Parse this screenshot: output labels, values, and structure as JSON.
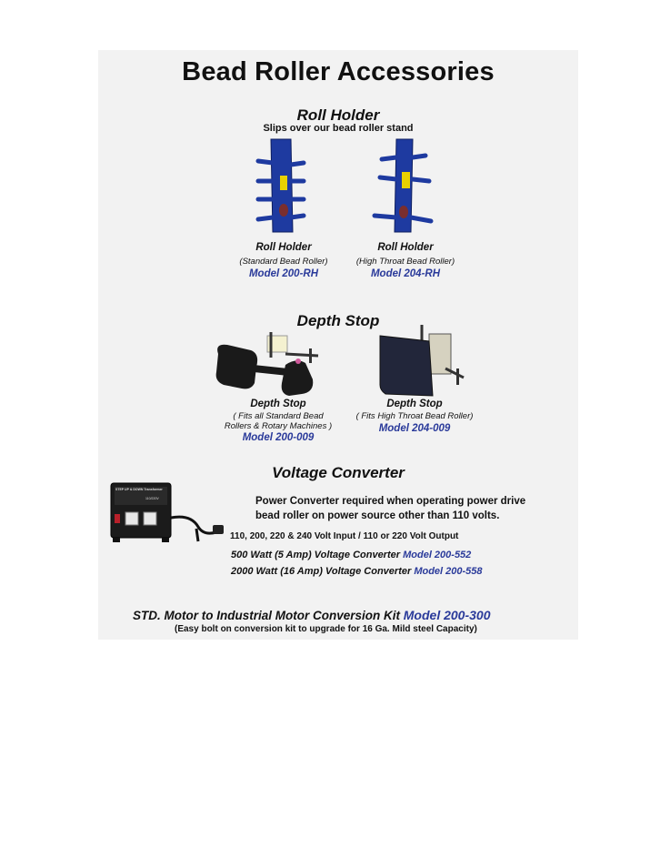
{
  "title": "Bead Roller Accessories",
  "roll_holder": {
    "heading": "Roll Holder",
    "subheading": "Slips over our bead roller stand",
    "items": [
      {
        "name": "Roll Holder",
        "desc": "(Standard Bead Roller)",
        "model": "Model 200-RH"
      },
      {
        "name": "Roll Holder",
        "desc": "(High Throat  Bead Roller)",
        "model": "Model 204-RH"
      }
    ]
  },
  "depth_stop": {
    "heading": "Depth Stop",
    "items": [
      {
        "name": "Depth Stop",
        "desc_line1": "( Fits all Standard Bead",
        "desc_line2": "Rollers & Rotary Machines )",
        "model": "Model 200-009"
      },
      {
        "name": "Depth Stop",
        "desc_line1": "( Fits High Throat  Bead Roller)",
        "model": "Model 204-009"
      }
    ]
  },
  "voltage_converter": {
    "heading": "Voltage Converter",
    "body_line1": "Power Converter required when operating power drive",
    "body_line2": "bead roller on power source other than 110 volts.",
    "voltage_line": "110, 200, 220 & 240 Volt Input / 110 or 220 Volt Output",
    "options": [
      {
        "label": "500 Watt (5 Amp) Voltage Converter",
        "model": "Model 200-552"
      },
      {
        "label": "2000 Watt (16 Amp) Voltage Converter",
        "model": "Model 200-558"
      }
    ],
    "device_label_top": "STEP UP & DOWN Transformer",
    "device_label_mid": "110/220V"
  },
  "motor_kit": {
    "label": "STD. Motor to Industrial Motor Conversion Kit",
    "model": "Model 200-300",
    "note": "(Easy bolt on conversion kit to upgrade for 16 Ga. Mild steel Capacity)"
  },
  "colors": {
    "accent": "#2a3a9a",
    "holder_blue": "#1e3aa0",
    "panel_bg": "#f2f2f2"
  }
}
